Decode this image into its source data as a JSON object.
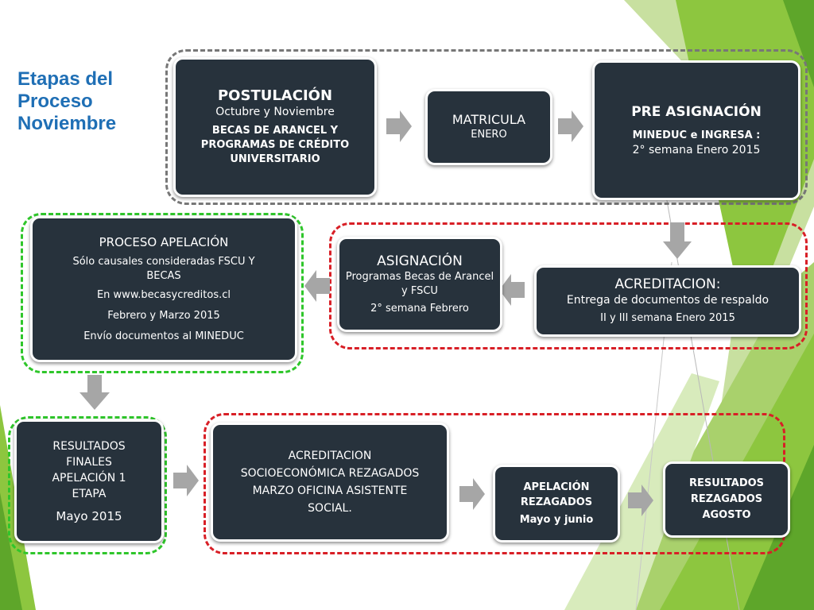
{
  "title": {
    "line1": "Etapas del",
    "line2": "Proceso",
    "line3": "Noviembre"
  },
  "boxes": {
    "postulacion": {
      "heading": "POSTULACIÓN",
      "dates": "Octubre y Noviembre",
      "detail": "BECAS DE ARANCEL Y PROGRAMAS DE CRÉDITO UNIVERSITARIO"
    },
    "matricula": {
      "heading": "MATRICULA",
      "dates": "ENERO"
    },
    "pre_asignacion": {
      "heading": "PRE ASIGNACIÓN",
      "detail": "MINEDUC e INGRESA :",
      "dates": "2° semana Enero 2015"
    },
    "acreditacion": {
      "heading": "ACREDITACION:",
      "detail": "Entrega de documentos de respaldo",
      "dates": "II y III semana Enero 2015"
    },
    "asignacion": {
      "heading": "ASIGNACIÓN",
      "detail": "Programas  Becas de Arancel y FSCU",
      "dates": "2° semana Febrero"
    },
    "apelacion": {
      "heading": "PROCESO APELACIÓN",
      "detail1": "Sólo causales consideradas FSCU Y BECAS",
      "detail2": "En www.becasycreditos.cl",
      "dates": "Febrero y Marzo 2015",
      "detail3": "Envío documentos al MINEDUC"
    },
    "resultados_finales": {
      "heading": "RESULTADOS FINALES APELACIÓN 1 ETAPA",
      "dates": "Mayo 2015"
    },
    "acreditacion_socio": {
      "heading": "ACREDITACION SOCIOECONÓMICA REZAGADOS MARZO OFICINA ASISTENTE SOCIAL."
    },
    "apelacion_rezagados": {
      "heading": "APELACIÓN REZAGADOS",
      "dates": "Mayo y junio"
    },
    "resultados_rezagados": {
      "heading": "RESULTADOS REZAGADOS AGOSTO"
    }
  },
  "colors": {
    "box_fill": "#27323c",
    "title": "#1f6fb5",
    "frame_gray": "#777777",
    "frame_red": "#d81f26",
    "frame_green": "#2fc62b",
    "arrow": "#a6a6a6",
    "accent_green": "#8dc63f"
  }
}
